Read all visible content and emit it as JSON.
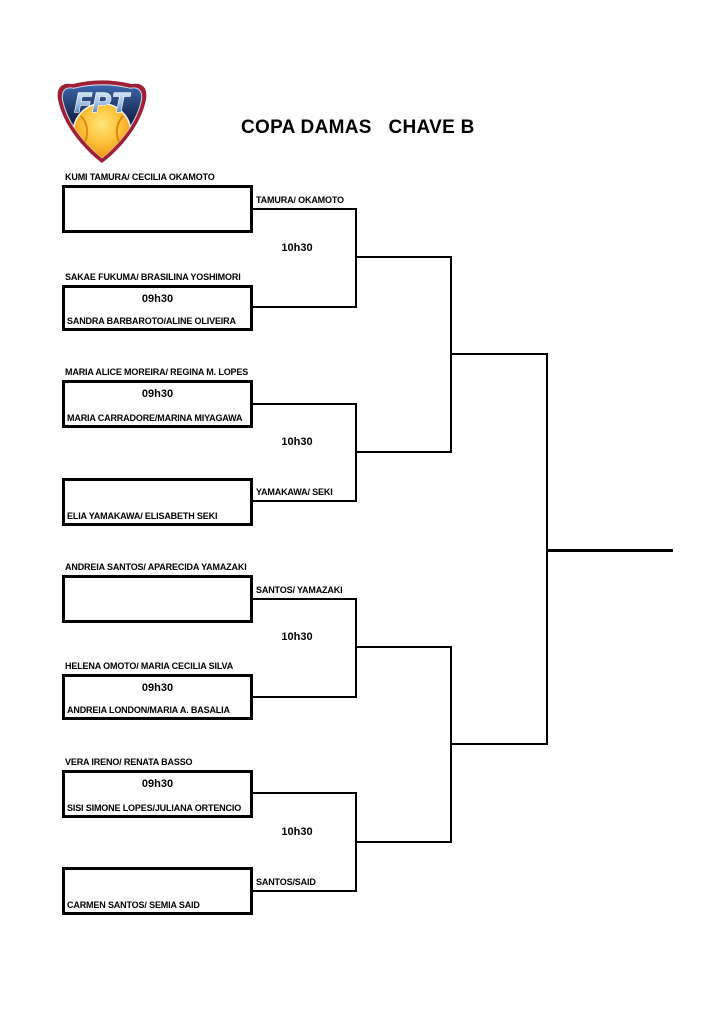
{
  "title": "COPA DAMAS   CHAVE B",
  "logo": {
    "text": "FPT"
  },
  "colors": {
    "line": "#000000",
    "shield_outer": "#a01f37",
    "shield_navy_top": "#3c66ad",
    "shield_navy_bottom": "#0c1630",
    "ball_light": "#ffe579",
    "ball_dark": "#d97c0e"
  },
  "sections": [
    {
      "match_top": {
        "label_above": "KUMI TAMURA/ CECILIA OKAMOTO",
        "time": "",
        "label_inside": "",
        "advance": "TAMURA/ OKAMOTO"
      },
      "match_bottom": {
        "label_above": "SAKAE FUKUMA/ BRASILINA YOSHIMORI",
        "time": "09h30",
        "label_inside": "SANDRA BARBAROTO/ALINE OLIVEIRA",
        "advance": ""
      },
      "round2_time": "10h30"
    },
    {
      "match_top": {
        "label_above": "MARIA ALICE MOREIRA/ REGINA M. LOPES",
        "time": "09h30",
        "label_inside": "MARIA CARRADORE/MARINA MIYAGAWA",
        "advance": ""
      },
      "match_bottom": {
        "label_above": "",
        "time": "",
        "label_inside": "ELIA YAMAKAWA/ ELISABETH SEKI",
        "advance": "YAMAKAWA/ SEKI"
      },
      "round2_time": "10h30"
    },
    {
      "match_top": {
        "label_above": "ANDREIA SANTOS/ APARECIDA YAMAZAKI",
        "time": "",
        "label_inside": "",
        "advance": "SANTOS/ YAMAZAKI"
      },
      "match_bottom": {
        "label_above": "HELENA OMOTO/ MARIA CECILIA SILVA",
        "time": "09h30",
        "label_inside": "ANDREIA LONDON/MARIA A. BASALIA",
        "advance": ""
      },
      "round2_time": "10h30"
    },
    {
      "match_top": {
        "label_above": "VERA IRENO/ RENATA BASSO",
        "time": "09h30",
        "label_inside": "SISI SIMONE LOPES/JULIANA ORTENCIO",
        "advance": ""
      },
      "match_bottom": {
        "label_above": "",
        "time": "",
        "label_inside": "CARMEN SANTOS/ SEMIA SAID",
        "advance": "SANTOS/SAID"
      },
      "round2_time": "10h30"
    }
  ]
}
